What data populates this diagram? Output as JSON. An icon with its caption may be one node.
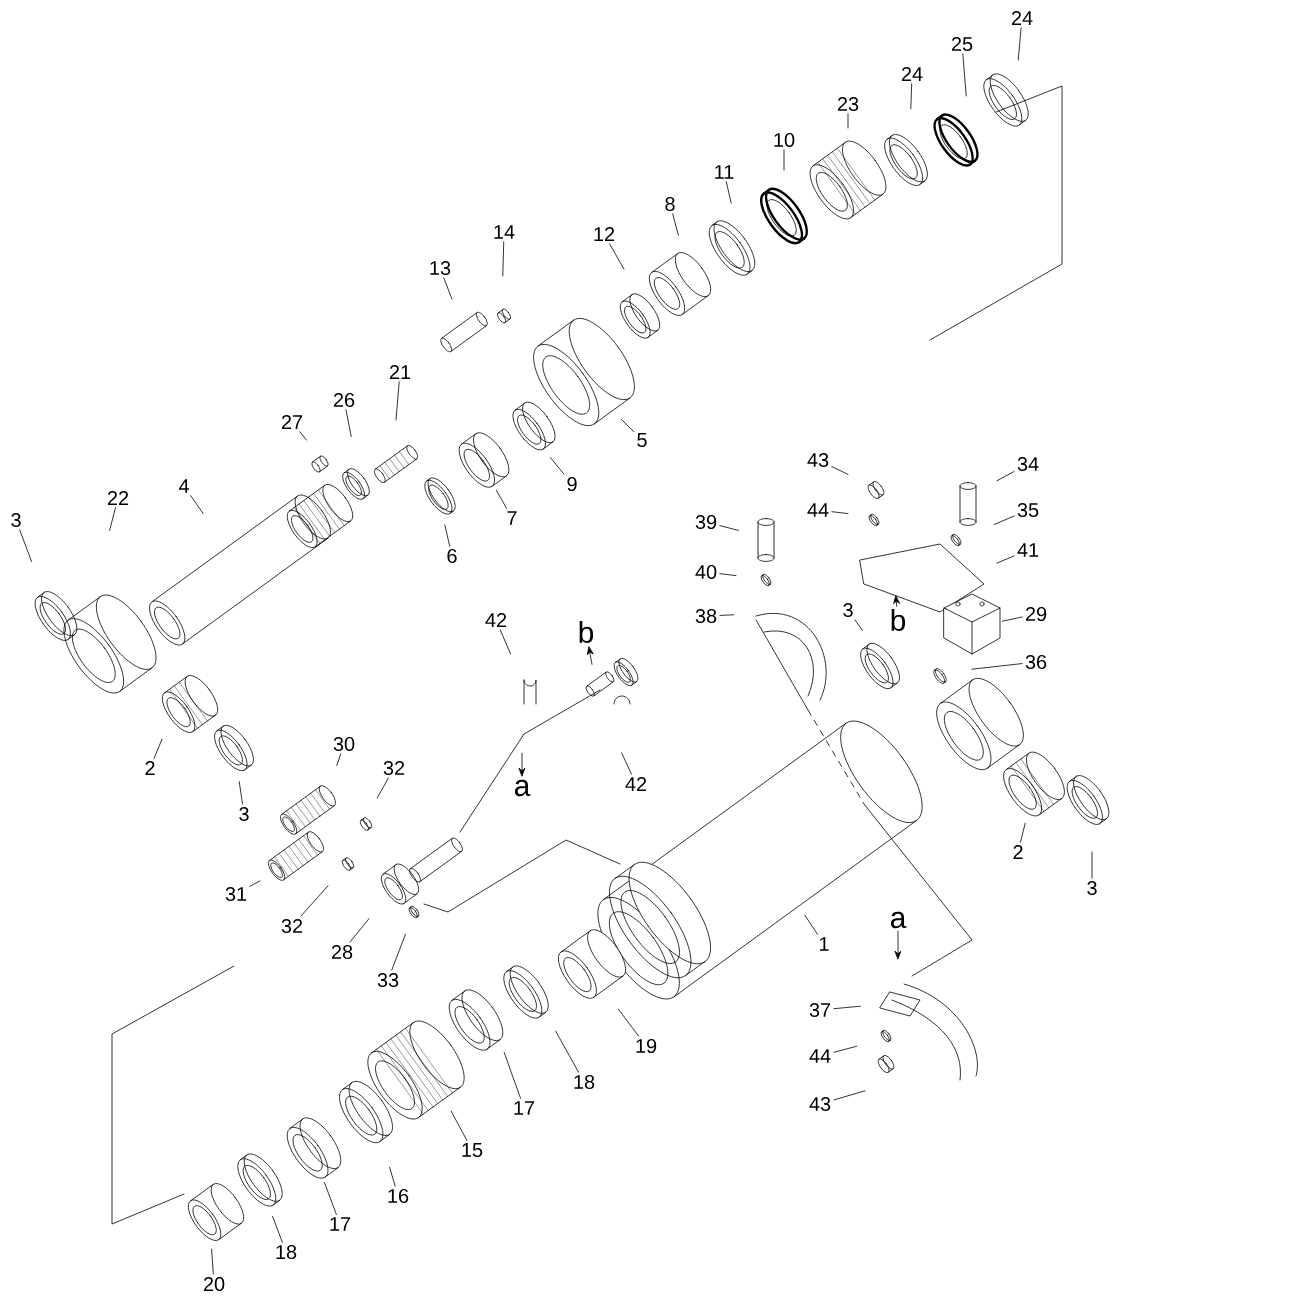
{
  "diagram": {
    "nodes": [
      {
        "text": [
          "24"
        ]
      },
      {
        "text": [
          "25"
        ]
      },
      {
        "text": [
          "24"
        ]
      },
      {
        "text": [
          "23"
        ]
      },
      {
        "text": [
          "10"
        ]
      },
      {
        "text": [
          "11"
        ]
      },
      {
        "text": [
          "8"
        ]
      },
      {
        "text": [
          "12"
        ]
      },
      {
        "text": [
          "14"
        ]
      },
      {
        "text": [
          "13"
        ]
      },
      {
        "text": [
          "21"
        ]
      },
      {
        "text": [
          "26"
        ]
      },
      {
        "text": [
          "27"
        ]
      },
      {
        "text": [
          "5"
        ]
      },
      {
        "text": [
          "22"
        ]
      },
      {
        "text": [
          "4"
        ]
      },
      {
        "text": [
          "3"
        ]
      },
      {
        "text": [
          "9"
        ]
      },
      {
        "text": [
          "7"
        ]
      },
      {
        "text": [
          "6"
        ]
      },
      {
        "text": [
          "43"
        ]
      },
      {
        "text": [
          "34"
        ]
      },
      {
        "text": [
          "44"
        ]
      },
      {
        "text": [
          "35"
        ]
      },
      {
        "text": [
          "39"
        ]
      },
      {
        "text": [
          "41"
        ]
      },
      {
        "text": [
          "40"
        ]
      },
      {
        "text": [
          "38"
        ]
      },
      {
        "text": [
          "3"
        ]
      },
      {
        "text": [
          "b"
        ]
      },
      {
        "text": [
          "29"
        ]
      },
      {
        "text": [
          "36"
        ]
      },
      {
        "text": [
          "42"
        ]
      },
      {
        "text": [
          "b"
        ]
      },
      {
        "text": [
          "2"
        ]
      },
      {
        "text": [
          "a"
        ]
      },
      {
        "text": [
          "42"
        ]
      },
      {
        "text": [
          "3"
        ]
      },
      {
        "text": [
          "30"
        ]
      },
      {
        "text": [
          "32"
        ]
      },
      {
        "text": [
          "31"
        ]
      },
      {
        "text": [
          "32"
        ]
      },
      {
        "text": [
          "28"
        ]
      },
      {
        "text": [
          "33"
        ]
      },
      {
        "text": [
          "2"
        ]
      },
      {
        "text": [
          "3"
        ]
      },
      {
        "text": [
          "1"
        ]
      },
      {
        "text": [
          "a"
        ]
      },
      {
        "text": [
          "37"
        ]
      },
      {
        "text": [
          "19"
        ]
      },
      {
        "text": [
          "44"
        ]
      },
      {
        "text": [
          "18"
        ]
      },
      {
        "text": [
          "17"
        ]
      },
      {
        "text": [
          "43"
        ]
      },
      {
        "text": [
          "15"
        ]
      },
      {
        "text": [
          "16"
        ]
      },
      {
        "text": [
          "17"
        ]
      },
      {
        "text": [
          "18"
        ]
      },
      {
        "text": [
          "20"
        ]
      }
    ],
    "edges": [
      {
        "from": 0,
        "to": null,
        "arrow": "none"
      },
      {
        "from": 1,
        "to": null,
        "arrow": "none"
      },
      {
        "from": 2,
        "to": null,
        "arrow": "none"
      },
      {
        "from": 3,
        "to": null,
        "arrow": "none"
      },
      {
        "from": 4,
        "to": null,
        "arrow": "none"
      },
      {
        "from": 5,
        "to": null,
        "arrow": "none"
      },
      {
        "from": 6,
        "to": null,
        "arrow": "none"
      },
      {
        "from": 7,
        "to": null,
        "arrow": "none"
      },
      {
        "from": 8,
        "to": null,
        "arrow": "none"
      },
      {
        "from": 9,
        "to": null,
        "arrow": "none"
      },
      {
        "from": 10,
        "to": null,
        "arrow": "none"
      },
      {
        "from": 11,
        "to": null,
        "arrow": "none"
      },
      {
        "from": 12,
        "to": null,
        "arrow": "none"
      },
      {
        "from": 13,
        "to": null,
        "arrow": "none"
      },
      {
        "from": 14,
        "to": null,
        "arrow": "none"
      },
      {
        "from": 15,
        "to": null,
        "arrow": "none"
      },
      {
        "from": 16,
        "to": null,
        "arrow": "none"
      },
      {
        "from": 17,
        "to": null,
        "arrow": "none"
      },
      {
        "from": 18,
        "to": null,
        "arrow": "none"
      },
      {
        "from": 19,
        "to": null,
        "arrow": "none"
      },
      {
        "from": 20,
        "to": null,
        "arrow": "none"
      },
      {
        "from": 21,
        "to": null,
        "arrow": "none"
      },
      {
        "from": 22,
        "to": null,
        "arrow": "none"
      },
      {
        "from": 23,
        "to": null,
        "arrow": "none"
      },
      {
        "from": 24,
        "to": null,
        "arrow": "none"
      },
      {
        "from": 25,
        "to": null,
        "arrow": "none"
      },
      {
        "from": 26,
        "to": null,
        "arrow": "none"
      },
      {
        "from": 27,
        "to": null,
        "arrow": "none"
      },
      {
        "from": 28,
        "to": null,
        "arrow": "none"
      },
      {
        "from": 29,
        "to": null,
        "arrow": "to"
      },
      {
        "from": 30,
        "to": null,
        "arrow": "none"
      },
      {
        "from": 31,
        "to": null,
        "arrow": "none"
      },
      {
        "from": 32,
        "to": null,
        "arrow": "none"
      },
      {
        "from": null,
        "to": 33,
        "arrow": "to"
      },
      {
        "from": 34,
        "to": null,
        "arrow": "none"
      },
      {
        "from": null,
        "to": 35,
        "arrow": "to"
      },
      {
        "from": 36,
        "to": null,
        "arrow": "none"
      },
      {
        "from": 37,
        "to": null,
        "arrow": "none"
      },
      {
        "from": 38,
        "to": null,
        "arrow": "none"
      },
      {
        "from": 39,
        "to": null,
        "arrow": "none"
      },
      {
        "from": 40,
        "to": null,
        "arrow": "none"
      },
      {
        "from": 41,
        "to": null,
        "arrow": "none"
      },
      {
        "from": 42,
        "to": null,
        "arrow": "none"
      },
      {
        "from": 43,
        "to": null,
        "arrow": "none"
      },
      {
        "from": 44,
        "to": null,
        "arrow": "none"
      },
      {
        "from": 45,
        "to": null,
        "arrow": "none"
      },
      {
        "from": 46,
        "to": null,
        "arrow": "none"
      },
      {
        "from": 47,
        "to": null,
        "arrow": "to"
      },
      {
        "from": 48,
        "to": null,
        "arrow": "none"
      },
      {
        "from": 49,
        "to": null,
        "arrow": "none"
      },
      {
        "from": 50,
        "to": null,
        "arrow": "none"
      },
      {
        "from": 51,
        "to": null,
        "arrow": "none"
      },
      {
        "from": 52,
        "to": null,
        "arrow": "none"
      },
      {
        "from": 53,
        "to": null,
        "arrow": "none"
      },
      {
        "from": 54,
        "to": null,
        "arrow": "none"
      },
      {
        "from": 55,
        "to": null,
        "arrow": "none"
      },
      {
        "from": 56,
        "to": null,
        "arrow": "none"
      },
      {
        "from": 57,
        "to": null,
        "arrow": "none"
      },
      {
        "from": 58,
        "to": null,
        "arrow": "none"
      }
    ]
  }
}
